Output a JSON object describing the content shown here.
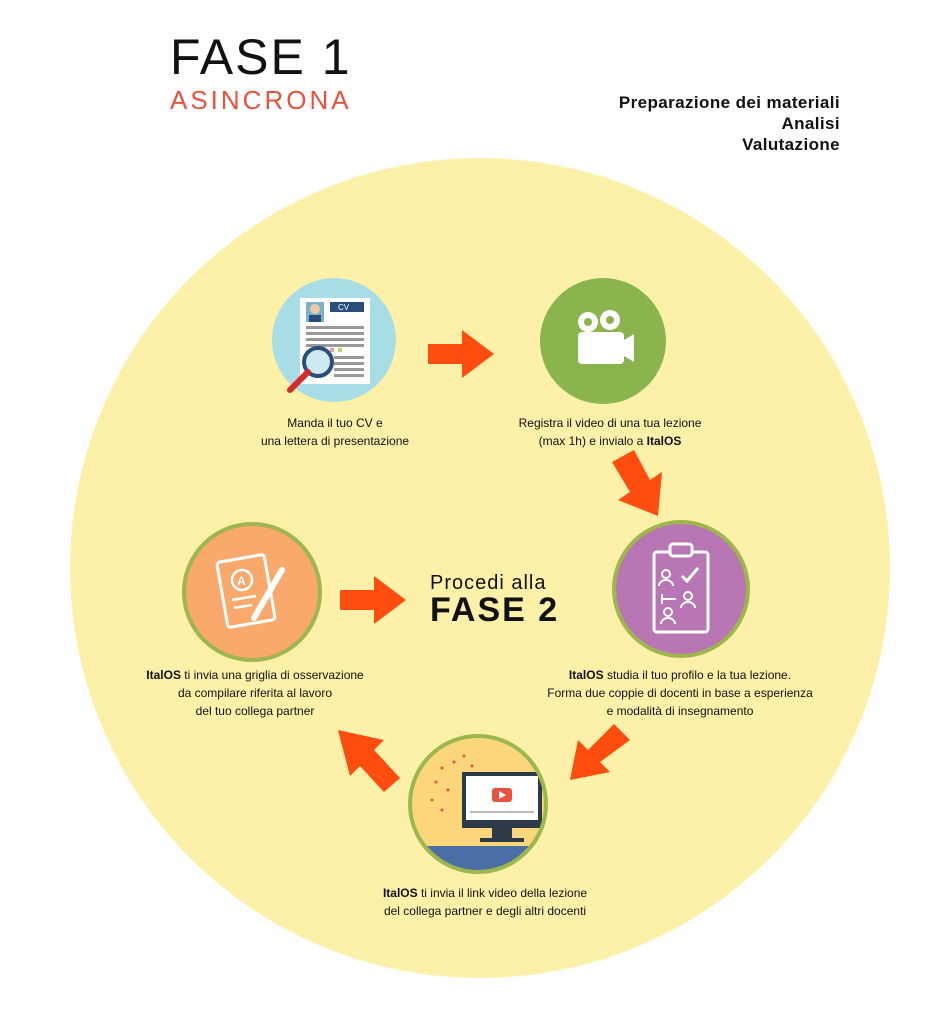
{
  "header": {
    "title": "FASE 1",
    "subtitle": "ASINCRONA"
  },
  "phases": [
    "Preparazione dei materiali",
    "Analisi",
    "Valutazione"
  ],
  "steps": {
    "cv": {
      "line1": "Manda il tuo CV e",
      "line2": "una lettera di presentazione",
      "icon": "cv-search-icon"
    },
    "video": {
      "line1": "Registra il video di una tua lezione",
      "line2_pre": "(max 1h) e invialo a ",
      "line2_bold": "ItalOS",
      "icon": "video-camera-icon"
    },
    "profile": {
      "bold": "ItalOS",
      "line1_rest": " studia il tuo profilo e la tua lezione.",
      "line2": "Forma due coppie di docenti in base a esperienza",
      "line3": "e modalità di insegnamento",
      "icon": "clipboard-pairing-icon"
    },
    "link": {
      "bold": "ItalOS",
      "line1_rest": " ti invia il link video della lezione",
      "line2": "del collega partner e degli altri docenti",
      "icon": "monitor-video-icon"
    },
    "grid": {
      "bold": "ItalOS",
      "line1_rest": " ti invia una griglia di osservazione",
      "line2": "da compilare riferita al lavoro",
      "line3": "del tuo collega partner",
      "icon": "graded-paper-icon"
    }
  },
  "next": {
    "line1": "Procedi alla",
    "line2": "FASE 2"
  },
  "colors": {
    "accent": "#e8523e",
    "arrow": "#ff4d0f",
    "background_circle": "#fdf0a9",
    "ring": "#9db64d"
  }
}
